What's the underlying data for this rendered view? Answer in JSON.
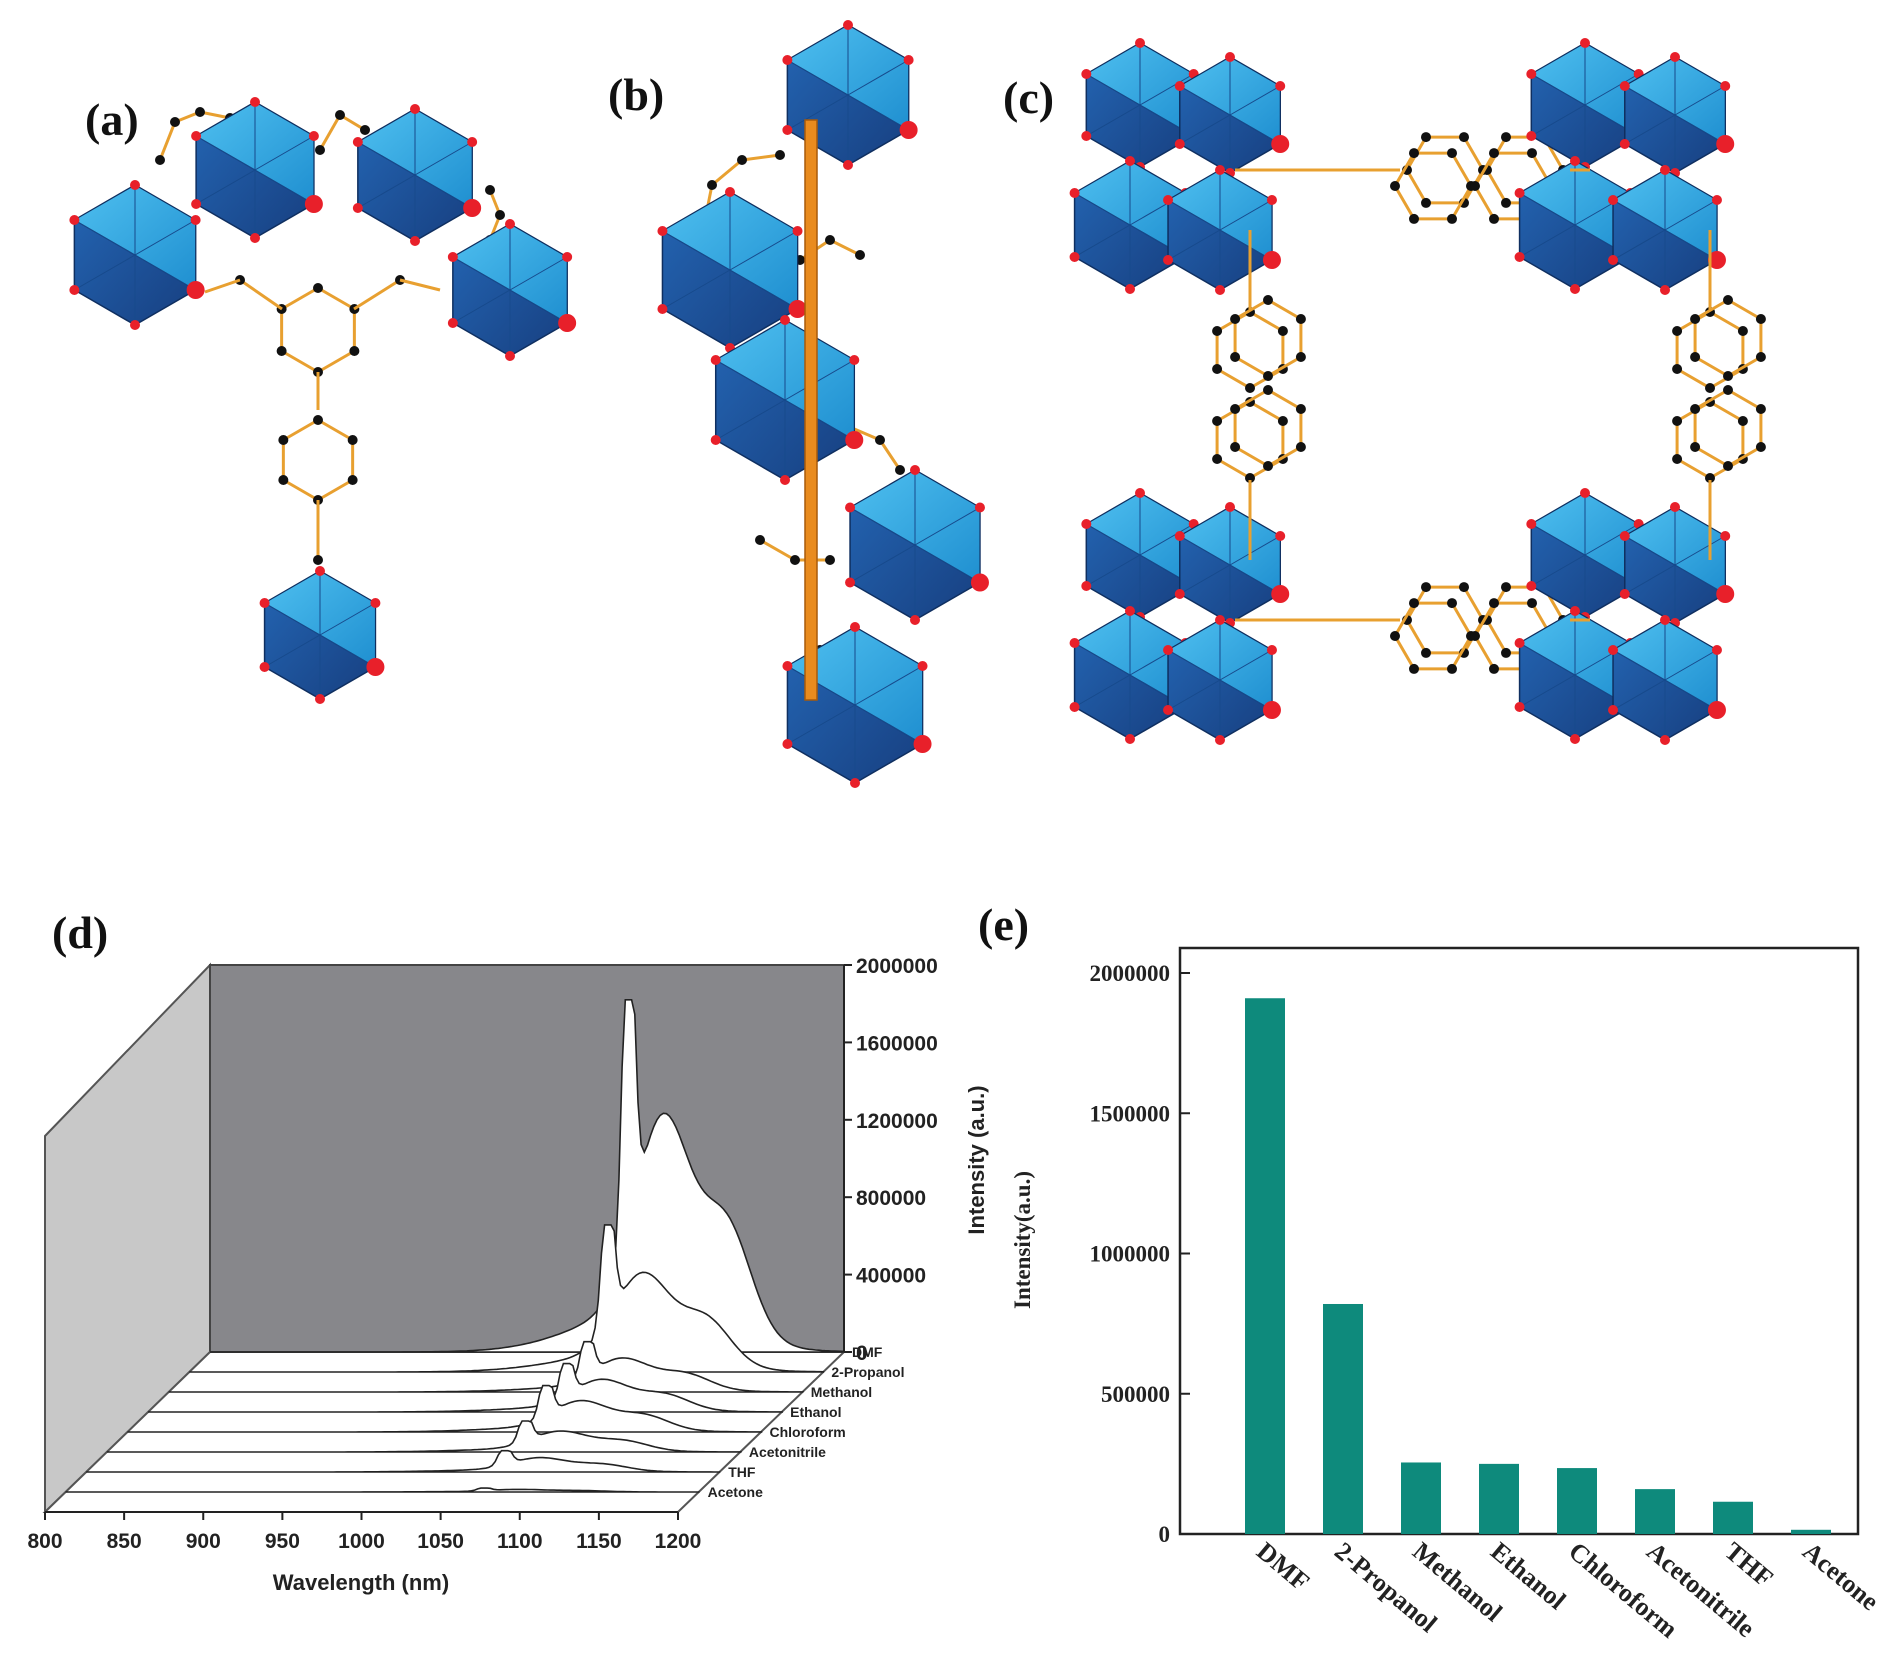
{
  "panels": {
    "a": {
      "letter": "(a)"
    },
    "b": {
      "letter": "(b)"
    },
    "c": {
      "letter": "(c)"
    },
    "d": {
      "letter": "(d)"
    },
    "e": {
      "letter": "(e)"
    }
  },
  "colors": {
    "polyhedron_light": "#29a3e0",
    "polyhedron_dark": "#1a4f96",
    "oxygen": "#e8202a",
    "carbon": "#111111",
    "bond": "#e8a030",
    "rod": "#e98b1e",
    "bar": "#0e8a7c",
    "backwall": "#87878b",
    "sidewall": "#c8c8c8"
  },
  "chart_data": [
    {
      "panel": "d",
      "type": "line",
      "xlabel": "Wavelength (nm)",
      "ylabel": "Intensity (a.u.)",
      "xlim": [
        800,
        1200
      ],
      "ylim": [
        0,
        2000000
      ],
      "xticks": [
        800,
        850,
        900,
        950,
        1000,
        1050,
        1100,
        1150,
        1200
      ],
      "yticks": [
        0,
        400000,
        800000,
        1200000,
        1600000,
        2000000
      ],
      "series": [
        {
          "name": "DMF",
          "peak_nm": 1064,
          "peak": 1820000
        },
        {
          "name": "2-Propanol",
          "peak_nm": 1064,
          "peak": 760000
        },
        {
          "name": "Methanol",
          "peak_nm": 1064,
          "peak": 260000
        },
        {
          "name": "Ethanol",
          "peak_nm": 1064,
          "peak": 250000
        },
        {
          "name": "Chloroform",
          "peak_nm": 1064,
          "peak": 240000
        },
        {
          "name": "Acetonitrile",
          "peak_nm": 1064,
          "peak": 160000
        },
        {
          "name": "THF",
          "peak_nm": 1064,
          "peak": 110000
        },
        {
          "name": "Acetone",
          "peak_nm": 1064,
          "peak": 20000
        }
      ]
    },
    {
      "panel": "e",
      "type": "bar",
      "ylabel": "Intensity(a.u.)",
      "ylim": [
        0,
        2000000
      ],
      "yticks": [
        0,
        500000,
        1000000,
        1500000,
        2000000
      ],
      "categories": [
        "DMF",
        "2-Propanol",
        "Methanol",
        "Ethanol",
        "Chloroform",
        "Acetonitrile",
        "THF",
        "Acetone"
      ],
      "values": [
        1910000,
        820000,
        255000,
        250000,
        235000,
        160000,
        115000,
        15000
      ]
    }
  ]
}
